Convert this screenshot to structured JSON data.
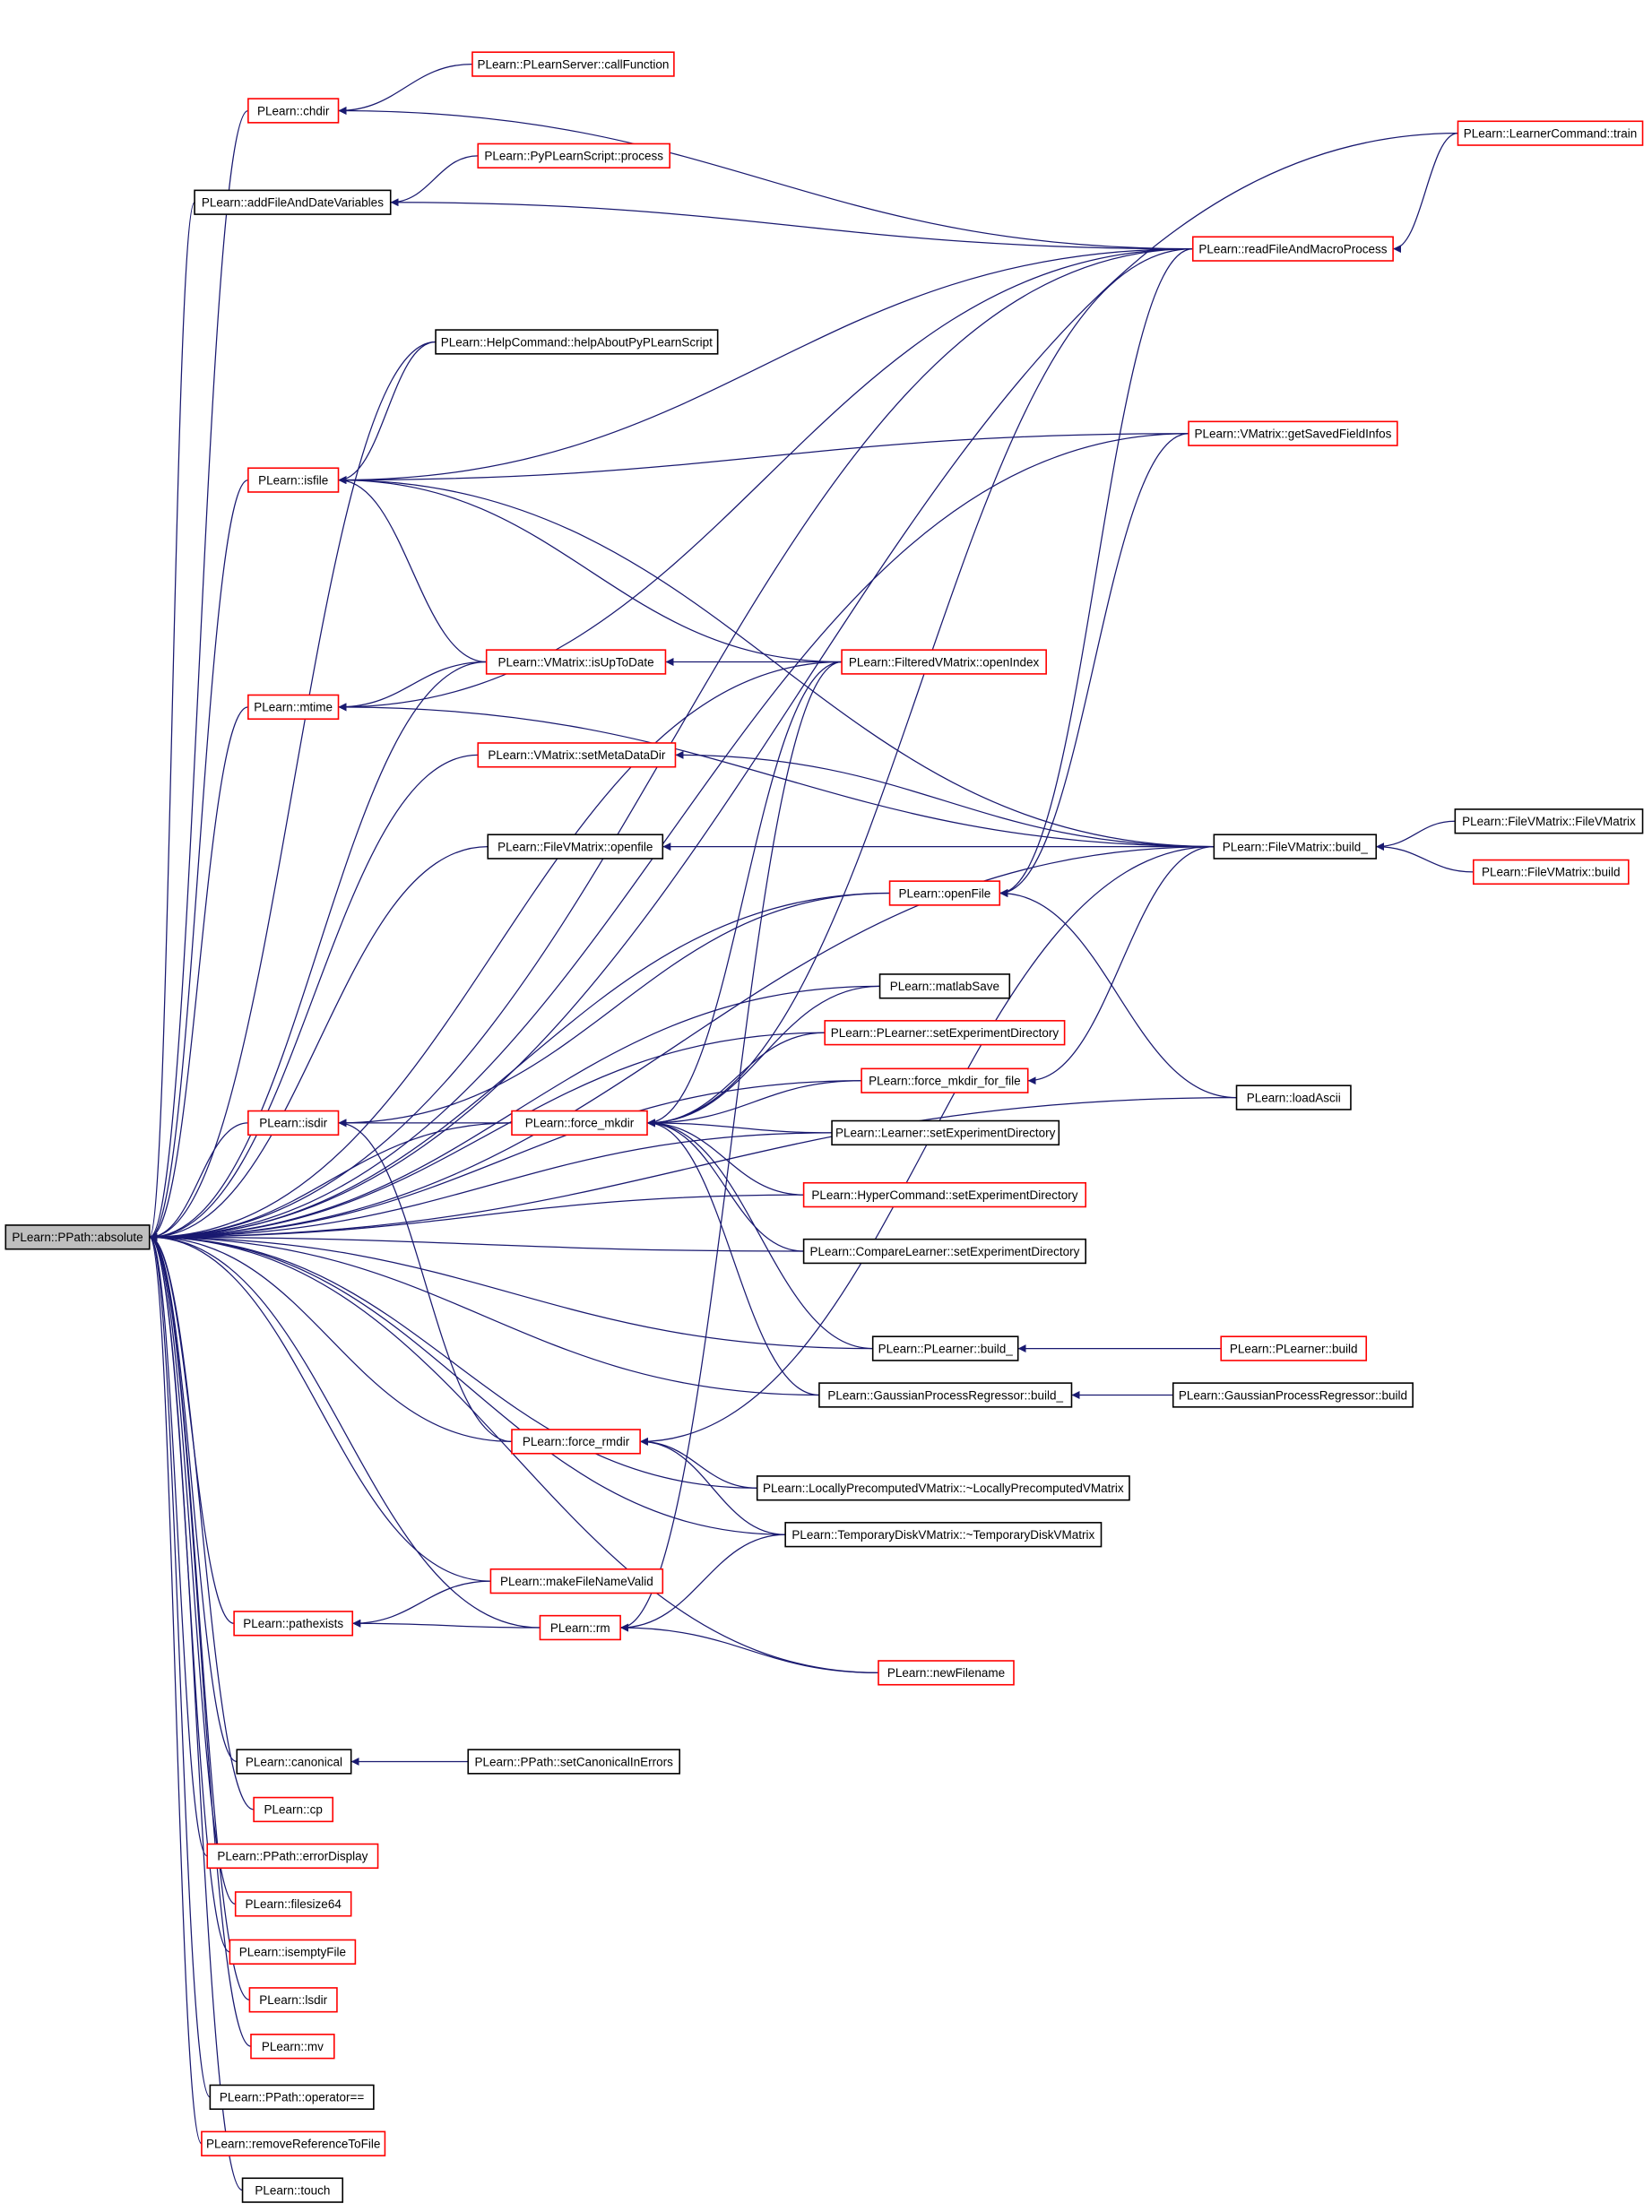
{
  "colors": {
    "edge": "#191970",
    "node_border_red": "#ff0000",
    "node_border_black": "#000000",
    "root_fill": "#bfbfbf",
    "node_fill": "#ffffff"
  },
  "graph": {
    "root": "PLearn::PPath::absolute",
    "nodes": [
      {
        "id": "absolute",
        "label": "PLearn::PPath::absolute",
        "border": "black",
        "root": true
      },
      {
        "id": "chdir",
        "label": "PLearn::chdir",
        "border": "red"
      },
      {
        "id": "callFunction",
        "label": "PLearn::PLearnServer::callFunction",
        "border": "red"
      },
      {
        "id": "addFileAndDate",
        "label": "PLearn::addFileAndDateVariables",
        "border": "black"
      },
      {
        "id": "pyProcess",
        "label": "PLearn::PyPLearnScript::process",
        "border": "red"
      },
      {
        "id": "learnerTrain",
        "label": "PLearn::LearnerCommand::train",
        "border": "red"
      },
      {
        "id": "readFileMacro",
        "label": "PLearn::readFileAndMacroProcess",
        "border": "red"
      },
      {
        "id": "helpAbout",
        "label": "PLearn::HelpCommand::helpAboutPyPLearnScript",
        "border": "black"
      },
      {
        "id": "isfile",
        "label": "PLearn::isfile",
        "border": "red"
      },
      {
        "id": "getSavedFieldInfos",
        "label": "PLearn::VMatrix::getSavedFieldInfos",
        "border": "red"
      },
      {
        "id": "isUpToDate",
        "label": "PLearn::VMatrix::isUpToDate",
        "border": "red"
      },
      {
        "id": "openIndex",
        "label": "PLearn::FilteredVMatrix::openIndex",
        "border": "red"
      },
      {
        "id": "mtime",
        "label": "PLearn::mtime",
        "border": "red"
      },
      {
        "id": "setMetaDataDir",
        "label": "PLearn::VMatrix::setMetaDataDir",
        "border": "red"
      },
      {
        "id": "openfile",
        "label": "PLearn::FileVMatrix::openfile",
        "border": "black"
      },
      {
        "id": "fvmBuild_",
        "label": "PLearn::FileVMatrix::build_",
        "border": "black"
      },
      {
        "id": "fvmCtor",
        "label": "PLearn::FileVMatrix::FileVMatrix",
        "border": "black"
      },
      {
        "id": "fvmBuild",
        "label": "PLearn::FileVMatrix::build",
        "border": "red"
      },
      {
        "id": "openFile",
        "label": "PLearn::openFile",
        "border": "red"
      },
      {
        "id": "matlabSave",
        "label": "PLearn::matlabSave",
        "border": "black"
      },
      {
        "id": "plSetExpDir",
        "label": "PLearn::PLearner::setExperimentDirectory",
        "border": "red"
      },
      {
        "id": "forceMkdirFile",
        "label": "PLearn::force_mkdir_for_file",
        "border": "red"
      },
      {
        "id": "loadAscii",
        "label": "PLearn::loadAscii",
        "border": "black"
      },
      {
        "id": "isdir",
        "label": "PLearn::isdir",
        "border": "red"
      },
      {
        "id": "forceMkdir",
        "label": "PLearn::force_mkdir",
        "border": "red"
      },
      {
        "id": "lSetExpDir",
        "label": "PLearn::Learner::setExperimentDirectory",
        "border": "black"
      },
      {
        "id": "hcSetExpDir",
        "label": "PLearn::HyperCommand::setExperimentDirectory",
        "border": "red"
      },
      {
        "id": "clSetExpDir",
        "label": "PLearn::CompareLearner::setExperimentDirectory",
        "border": "black"
      },
      {
        "id": "plBuild_",
        "label": "PLearn::PLearner::build_",
        "border": "black"
      },
      {
        "id": "plBuild",
        "label": "PLearn::PLearner::build",
        "border": "red"
      },
      {
        "id": "gprBuild_",
        "label": "PLearn::GaussianProcessRegressor::build_",
        "border": "black"
      },
      {
        "id": "gprBuild",
        "label": "PLearn::GaussianProcessRegressor::build",
        "border": "black"
      },
      {
        "id": "forceRmdir",
        "label": "PLearn::force_rmdir",
        "border": "red"
      },
      {
        "id": "lpvmDtor",
        "label": "PLearn::LocallyPrecomputedVMatrix::~LocallyPrecomputedVMatrix",
        "border": "black"
      },
      {
        "id": "tdvmDtor",
        "label": "PLearn::TemporaryDiskVMatrix::~TemporaryDiskVMatrix",
        "border": "black"
      },
      {
        "id": "makeFileNameValid",
        "label": "PLearn::makeFileNameValid",
        "border": "red"
      },
      {
        "id": "pathexists",
        "label": "PLearn::pathexists",
        "border": "red"
      },
      {
        "id": "rm",
        "label": "PLearn::rm",
        "border": "red"
      },
      {
        "id": "newFilename",
        "label": "PLearn::newFilename",
        "border": "red"
      },
      {
        "id": "canonical",
        "label": "PLearn::canonical",
        "border": "black"
      },
      {
        "id": "setCanonical",
        "label": "PLearn::PPath::setCanonicalInErrors",
        "border": "black"
      },
      {
        "id": "cp",
        "label": "PLearn::cp",
        "border": "red"
      },
      {
        "id": "errorDisplay",
        "label": "PLearn::PPath::errorDisplay",
        "border": "red"
      },
      {
        "id": "filesize64",
        "label": "PLearn::filesize64",
        "border": "red"
      },
      {
        "id": "isemptyFile",
        "label": "PLearn::isemptyFile",
        "border": "red"
      },
      {
        "id": "lsdir",
        "label": "PLearn::lsdir",
        "border": "red"
      },
      {
        "id": "mv",
        "label": "PLearn::mv",
        "border": "red"
      },
      {
        "id": "opEq",
        "label": "PLearn::PPath::operator==",
        "border": "black"
      },
      {
        "id": "removeRef",
        "label": "PLearn::removeReferenceToFile",
        "border": "red"
      },
      {
        "id": "touch",
        "label": "PLearn::touch",
        "border": "black"
      }
    ],
    "edges": [
      [
        "absolute",
        "chdir"
      ],
      [
        "absolute",
        "learnerTrain"
      ],
      [
        "absolute",
        "addFileAndDate"
      ],
      [
        "absolute",
        "readFileMacro"
      ],
      [
        "absolute",
        "helpAbout"
      ],
      [
        "absolute",
        "isfile"
      ],
      [
        "absolute",
        "getSavedFieldInfos"
      ],
      [
        "absolute",
        "isUpToDate"
      ],
      [
        "absolute",
        "openIndex"
      ],
      [
        "absolute",
        "mtime"
      ],
      [
        "absolute",
        "setMetaDataDir"
      ],
      [
        "absolute",
        "openfile"
      ],
      [
        "absolute",
        "openFile"
      ],
      [
        "absolute",
        "fvmBuild_"
      ],
      [
        "absolute",
        "matlabSave"
      ],
      [
        "absolute",
        "plSetExpDir"
      ],
      [
        "absolute",
        "forceMkdirFile"
      ],
      [
        "absolute",
        "isdir"
      ],
      [
        "absolute",
        "forceMkdir"
      ],
      [
        "absolute",
        "lSetExpDir"
      ],
      [
        "absolute",
        "hcSetExpDir"
      ],
      [
        "absolute",
        "clSetExpDir"
      ],
      [
        "absolute",
        "loadAscii"
      ],
      [
        "absolute",
        "plBuild_"
      ],
      [
        "absolute",
        "gprBuild_"
      ],
      [
        "absolute",
        "forceRmdir"
      ],
      [
        "absolute",
        "lpvmDtor"
      ],
      [
        "absolute",
        "tdvmDtor"
      ],
      [
        "absolute",
        "makeFileNameValid"
      ],
      [
        "absolute",
        "pathexists"
      ],
      [
        "absolute",
        "rm"
      ],
      [
        "absolute",
        "newFilename"
      ],
      [
        "absolute",
        "canonical"
      ],
      [
        "absolute",
        "cp"
      ],
      [
        "absolute",
        "errorDisplay"
      ],
      [
        "absolute",
        "filesize64"
      ],
      [
        "absolute",
        "isemptyFile"
      ],
      [
        "absolute",
        "lsdir"
      ],
      [
        "absolute",
        "mv"
      ],
      [
        "absolute",
        "opEq"
      ],
      [
        "absolute",
        "removeRef"
      ],
      [
        "absolute",
        "touch"
      ],
      [
        "chdir",
        "callFunction"
      ],
      [
        "chdir",
        "readFileMacro"
      ],
      [
        "addFileAndDate",
        "pyProcess"
      ],
      [
        "addFileAndDate",
        "readFileMacro"
      ],
      [
        "readFileMacro",
        "learnerTrain"
      ],
      [
        "isfile",
        "helpAbout"
      ],
      [
        "isfile",
        "readFileMacro"
      ],
      [
        "isfile",
        "getSavedFieldInfos"
      ],
      [
        "isfile",
        "isUpToDate"
      ],
      [
        "isfile",
        "openIndex"
      ],
      [
        "isfile",
        "fvmBuild_"
      ],
      [
        "isUpToDate",
        "openIndex"
      ],
      [
        "mtime",
        "readFileMacro"
      ],
      [
        "mtime",
        "isUpToDate"
      ],
      [
        "mtime",
        "fvmBuild_"
      ],
      [
        "setMetaDataDir",
        "fvmBuild_"
      ],
      [
        "openfile",
        "fvmBuild_"
      ],
      [
        "fvmBuild_",
        "fvmCtor"
      ],
      [
        "fvmBuild_",
        "fvmBuild"
      ],
      [
        "openFile",
        "readFileMacro"
      ],
      [
        "openFile",
        "getSavedFieldInfos"
      ],
      [
        "openFile",
        "loadAscii"
      ],
      [
        "isdir",
        "openFile"
      ],
      [
        "isdir",
        "forceMkdir"
      ],
      [
        "isdir",
        "forceRmdir"
      ],
      [
        "forceMkdir",
        "readFileMacro"
      ],
      [
        "forceMkdir",
        "openIndex"
      ],
      [
        "forceMkdir",
        "matlabSave"
      ],
      [
        "forceMkdir",
        "plSetExpDir"
      ],
      [
        "forceMkdir",
        "forceMkdirFile"
      ],
      [
        "forceMkdir",
        "lSetExpDir"
      ],
      [
        "forceMkdir",
        "hcSetExpDir"
      ],
      [
        "forceMkdir",
        "clSetExpDir"
      ],
      [
        "forceMkdir",
        "plBuild_"
      ],
      [
        "forceMkdir",
        "gprBuild_"
      ],
      [
        "forceMkdirFile",
        "fvmBuild_"
      ],
      [
        "plBuild_",
        "plBuild"
      ],
      [
        "gprBuild_",
        "gprBuild"
      ],
      [
        "forceRmdir",
        "fvmBuild_"
      ],
      [
        "forceRmdir",
        "lpvmDtor"
      ],
      [
        "forceRmdir",
        "tdvmDtor"
      ],
      [
        "pathexists",
        "makeFileNameValid"
      ],
      [
        "pathexists",
        "rm"
      ],
      [
        "rm",
        "openIndex"
      ],
      [
        "rm",
        "tdvmDtor"
      ],
      [
        "rm",
        "newFilename"
      ],
      [
        "canonical",
        "setCanonical"
      ]
    ]
  }
}
